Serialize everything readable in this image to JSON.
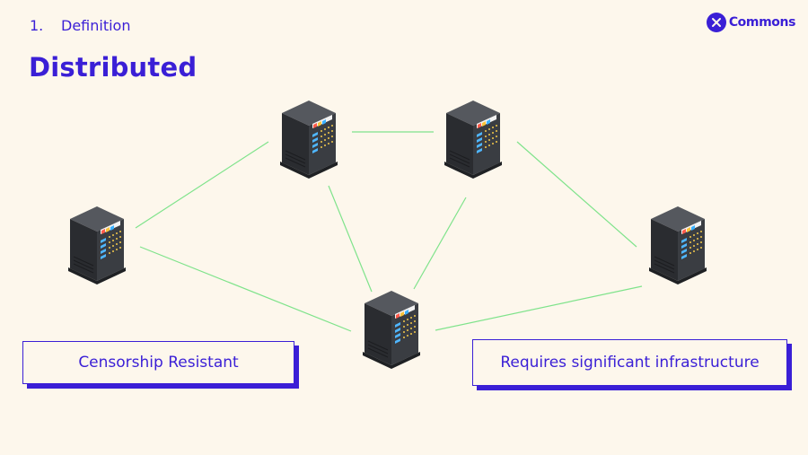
{
  "header": {
    "section_number": "1.",
    "section_label": "Definition",
    "title": "Distributed"
  },
  "logo": {
    "icon": "x-circle-icon",
    "text": "Commons"
  },
  "diagram": {
    "type": "network",
    "node_icon": "server-icon",
    "nodes": [
      "server-left",
      "server-top-left",
      "server-top-right",
      "server-center",
      "server-right"
    ],
    "edges": [
      [
        "server-top-left",
        "server-top-right"
      ],
      [
        "server-left",
        "server-top-left"
      ],
      [
        "server-left",
        "server-center"
      ],
      [
        "server-top-left",
        "server-center"
      ],
      [
        "server-top-right",
        "server-center"
      ],
      [
        "server-top-right",
        "server-right"
      ],
      [
        "server-center",
        "server-right"
      ]
    ]
  },
  "callouts": {
    "left": "Censorship Resistant",
    "right": "Requires significant infrastructure"
  },
  "colors": {
    "background": "#fdf7ec",
    "accent": "#3a1fd6",
    "edge": "#7fe38b",
    "server_front": "#3a3d42",
    "server_side": "#2a2c30",
    "server_top": "#55585e"
  }
}
